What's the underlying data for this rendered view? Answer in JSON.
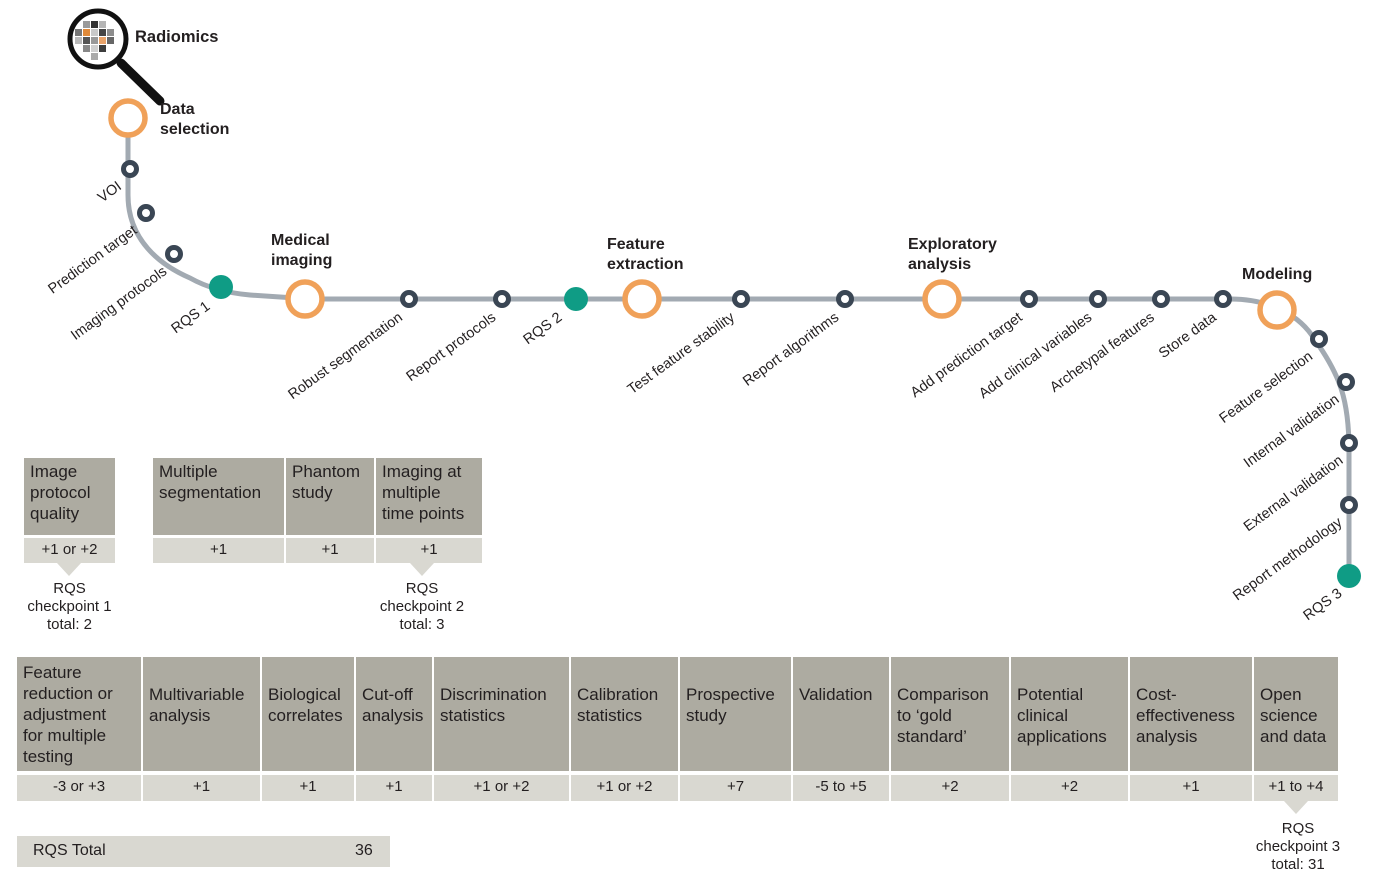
{
  "title": "Radiomics",
  "stages": {
    "data_selection": "Data\nselection",
    "medical_imaging": "Medical\nimaging",
    "feature_extraction": "Feature\nextraction",
    "exploratory_analysis": "Exploratory\nanalysis",
    "modeling": "Modeling"
  },
  "steps": {
    "voi": "VOI",
    "prediction_target": "Prediction target",
    "imaging_protocols": "Imaging protocols",
    "rqs1": "RQS 1",
    "robust_segmentation": "Robust segmentation",
    "report_protocols": "Report protocols",
    "rqs2": "RQS 2",
    "test_feature_stability": "Test feature stability",
    "report_algorithms": "Report algorithms",
    "add_prediction_target": "Add prediction target",
    "add_clinical_variables": "Add clinical variables",
    "archetypal_features": "Archetypal features",
    "store_data": "Store data",
    "feature_selection": "Feature selection",
    "internal_validation": "Internal validation",
    "external_validation": "External validation",
    "report_methodology": "Report methodology",
    "rqs3": "RQS 3"
  },
  "colors": {
    "track": "#a2aab2",
    "stage_ring": "#f0a159",
    "step_dot": "#3a4654",
    "checkpoint_dot": "#0f9c85",
    "criterion_bg": "#adaba1",
    "points_bg": "#d9d8d1"
  },
  "table1": [
    {
      "criterion": "Image\nprotocol\nquality",
      "points": "+1 or +2"
    }
  ],
  "checkpoint1": "RQS\ncheckpoint 1\ntotal: 2",
  "table2": [
    {
      "criterion": "Multiple\nsegmentation",
      "points": "+1"
    },
    {
      "criterion": "Phantom\nstudy",
      "points": "+1"
    },
    {
      "criterion": "Imaging at\nmultiple\ntime points",
      "points": "+1"
    }
  ],
  "checkpoint2": "RQS\ncheckpoint 2\ntotal: 3",
  "table3": [
    {
      "criterion": "Feature\nreduction or\nadjustment\nfor multiple\ntesting",
      "points": "-3 or +3"
    },
    {
      "criterion": "Multivariable\nanalysis",
      "points": "+1"
    },
    {
      "criterion": "Biological\ncorrelates",
      "points": "+1"
    },
    {
      "criterion": "Cut-off\nanalysis",
      "points": "+1"
    },
    {
      "criterion": "Discrimination\nstatistics",
      "points": "+1 or +2"
    },
    {
      "criterion": "Calibration\nstatistics",
      "points": "+1 or +2"
    },
    {
      "criterion": "Prospective\nstudy",
      "points": "+7"
    },
    {
      "criterion": "Validation",
      "points": "-5 to +5"
    },
    {
      "criterion": "Comparison\nto ‘gold\nstandard’",
      "points": "+2"
    },
    {
      "criterion": "Potential\nclinical\napplications",
      "points": "+2"
    },
    {
      "criterion": "Cost-\neffectiveness\nanalysis",
      "points": "+1"
    },
    {
      "criterion": "Open\nscience\nand data",
      "points": "+1 to +4"
    }
  ],
  "checkpoint3": "RQS\ncheckpoint 3\ntotal: 31",
  "rqs_total": {
    "label": "RQS Total",
    "value": "36"
  }
}
